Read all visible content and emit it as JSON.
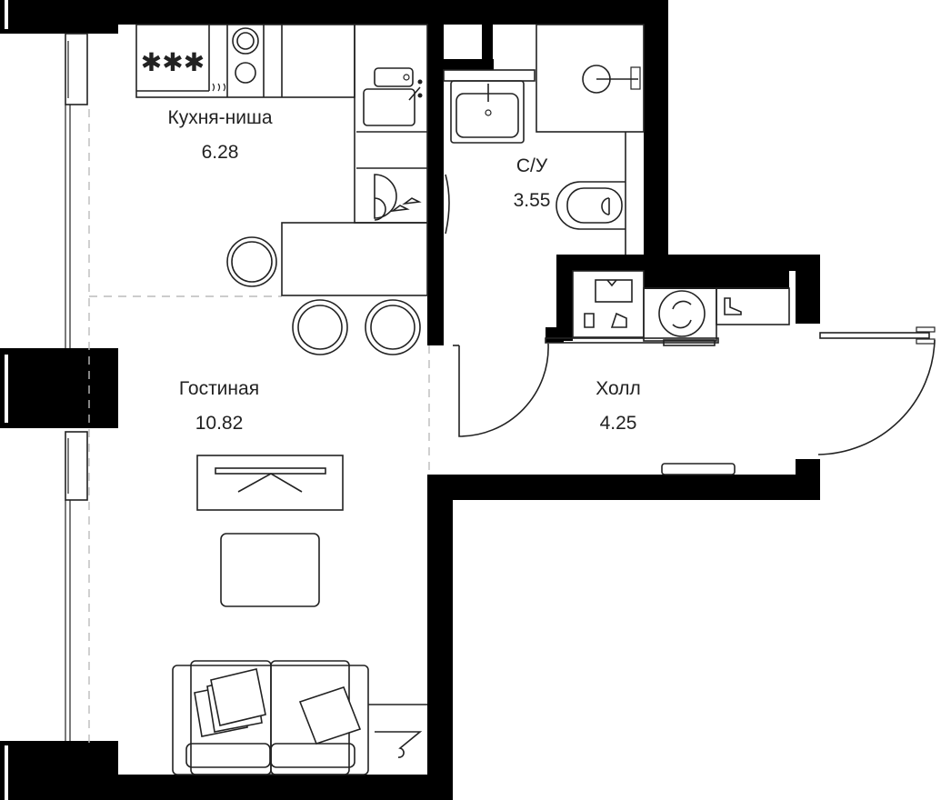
{
  "plan": {
    "type": "apartment-floor-plan",
    "rooms": [
      {
        "name": "Кухня-ниша",
        "area": "6.28"
      },
      {
        "name": "С/У",
        "area": "3.55"
      },
      {
        "name": "Гостиная",
        "area": "10.82"
      },
      {
        "name": "Холл",
        "area": "4.25"
      }
    ],
    "fixtures": {
      "kitchen": [
        "hob-icon",
        "oven-icon",
        "sink-icon",
        "dishwasher-icon",
        "bar-table",
        "bar-stools"
      ],
      "bathroom": [
        "washbasin-icon",
        "shower-icon",
        "toilet-icon"
      ],
      "hall": [
        "wardrobe-icon",
        "washing-machine-icon",
        "shoe-rack-icon",
        "entrance-door"
      ],
      "living": [
        "tv-unit",
        "coffee-table",
        "sofa",
        "hanger-icon"
      ]
    },
    "colors": {
      "wall": "#000000",
      "line": "#222222",
      "background": "#ffffff",
      "zone_divider": "#bbbbbb"
    }
  }
}
